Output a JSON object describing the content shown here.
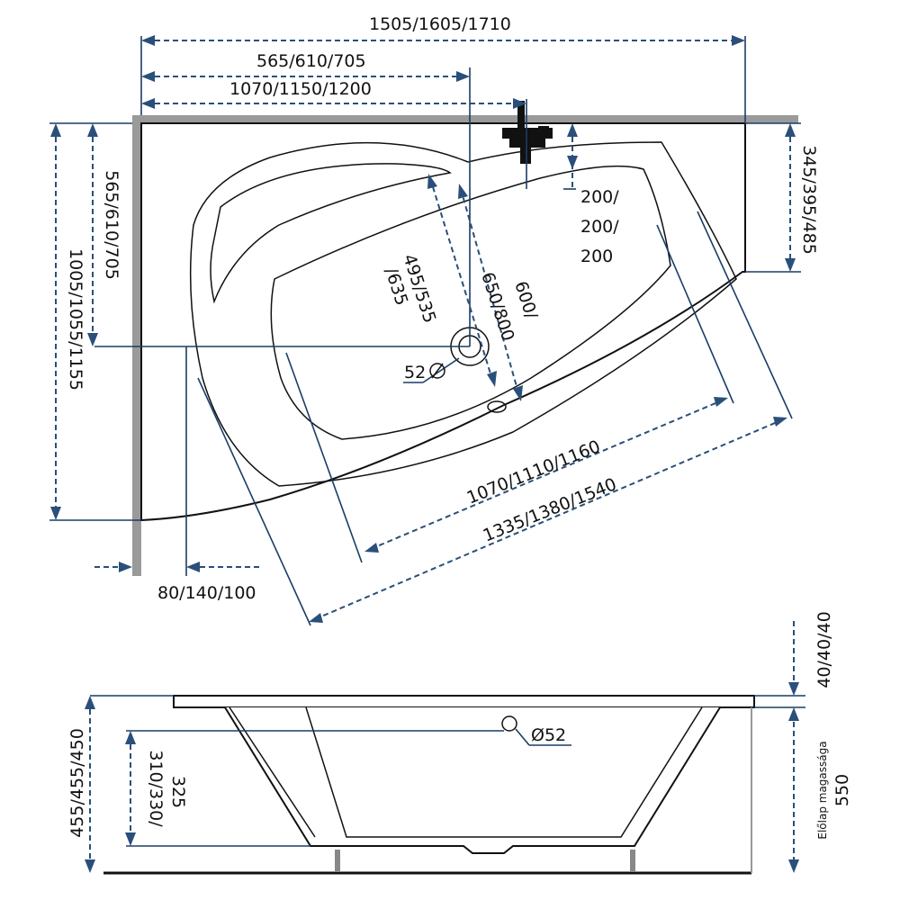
{
  "labels": {
    "top_width": "1505/1605/1710",
    "top_565": "565/610/705",
    "top_1070": "1070/1150/1200",
    "left_565": "565/610/705",
    "left_1005": "1005/1055/1155",
    "right_345": "345/395/485",
    "offset_200_a": "200/",
    "offset_200_b": "200/",
    "offset_200_c": "200",
    "inner_495_a": "495/535",
    "inner_495_b": "/635",
    "inner_650": "650/800",
    "inner_600": "600/",
    "drain_52": "52",
    "diag_1070": "1070/1110/1160",
    "diag_1335": "1335/1380/1540",
    "bottom_80": "80/140/100",
    "side_40": "40/40/40",
    "side_455": "455/455/450",
    "side_310_a": "310/330/",
    "side_310_b": "325",
    "side_drain": "Ø52",
    "side_panel_label": "Előlap magassága",
    "side_550": "550"
  }
}
